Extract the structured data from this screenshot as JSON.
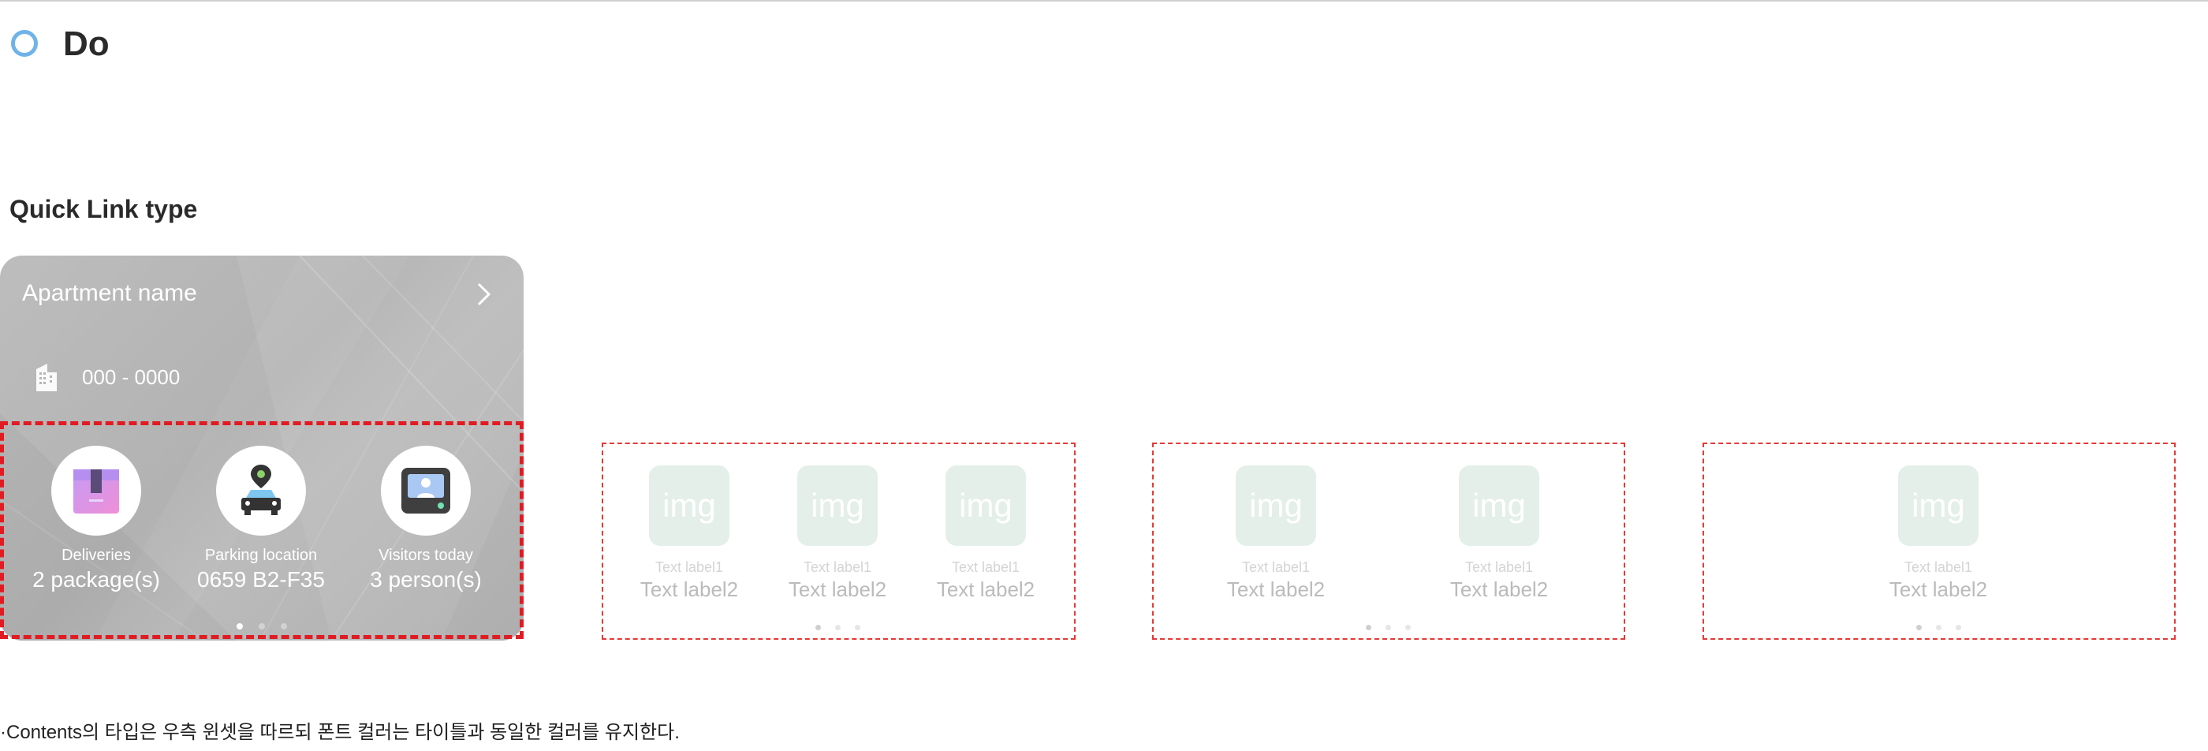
{
  "header": {
    "title": "Do"
  },
  "section": {
    "title": "Quick Link type"
  },
  "widget": {
    "apartment_name": "Apartment name",
    "apartment_number": "000 - 0000",
    "quick_links": [
      {
        "icon": "package-box-icon",
        "label": "Deliveries",
        "value": "2 package(s)"
      },
      {
        "icon": "parking-car-icon",
        "label": "Parking location",
        "value": "0659 B2-F35"
      },
      {
        "icon": "visitor-intercom-icon",
        "label": "Visitors today",
        "value": "3 person(s)"
      }
    ],
    "page_indicator": {
      "count": 3,
      "active": 0
    }
  },
  "variants": [
    {
      "items": [
        {
          "img": "img",
          "label1": "Text label1",
          "label2": "Text label2"
        },
        {
          "img": "img",
          "label1": "Text label1",
          "label2": "Text label2"
        },
        {
          "img": "img",
          "label1": "Text label1",
          "label2": "Text label2"
        }
      ]
    },
    {
      "items": [
        {
          "img": "img",
          "label1": "Text label1",
          "label2": "Text label2"
        },
        {
          "img": "img",
          "label1": "Text label1",
          "label2": "Text label2"
        }
      ]
    },
    {
      "items": [
        {
          "img": "img",
          "label1": "Text label1",
          "label2": "Text label2"
        }
      ]
    }
  ],
  "note": "·Contents의 타입은 우측 윈셋을 따르되 폰트 컬러는 타이틀과 동일한 컬러를 유지한다.",
  "colors": {
    "do_ring": "#6fb3e8",
    "highlight_border": "#e11b22",
    "img_placeholder": "#e5efe9"
  }
}
